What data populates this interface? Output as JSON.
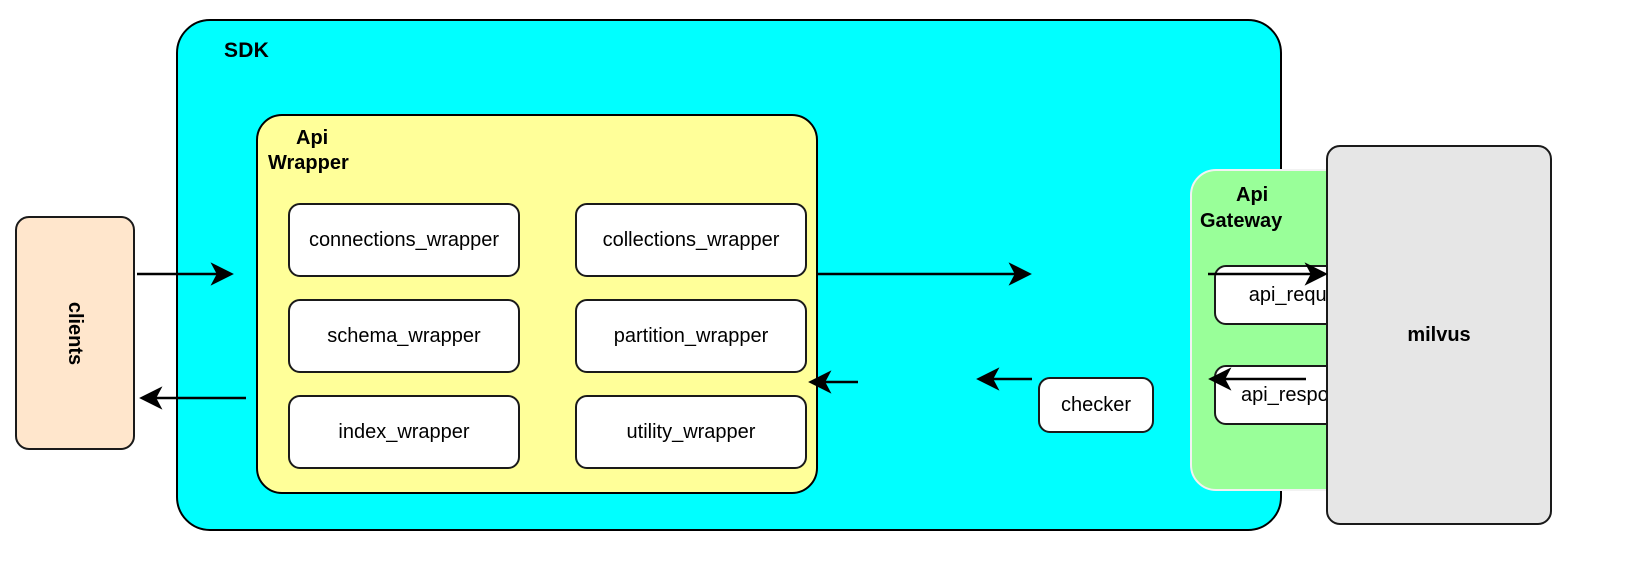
{
  "diagram": {
    "title_none": "",
    "containers": {
      "sdk": {
        "label": "SDK",
        "color": "#00ffff"
      },
      "api_wrapper": {
        "label_line1": "Api",
        "label_line2": "Wrapper",
        "color": "#ffff99"
      },
      "api_gateway": {
        "label_line1": "Api",
        "label_line2": "Gateway",
        "color": "#99ff99"
      }
    },
    "nodes": {
      "clients": {
        "label": "clients",
        "color": "#ffe6cc"
      },
      "milvus": {
        "label": "milvus",
        "color": "#e6e6e6"
      },
      "checker": {
        "label": "checker",
        "color": "#ffffff"
      },
      "api_request": {
        "label": "api_request",
        "color": "#ffffff"
      },
      "api_response": {
        "label": "api_response",
        "color": "#ffffff"
      }
    },
    "wrapper_cards": [
      {
        "label": "connections_wrapper"
      },
      {
        "label": "collections_wrapper"
      },
      {
        "label": "schema_wrapper"
      },
      {
        "label": "partition_wrapper"
      },
      {
        "label": "index_wrapper"
      },
      {
        "label": "utility_wrapper"
      }
    ],
    "edges": [
      {
        "from": "clients",
        "to": "api_wrapper",
        "direction": "right"
      },
      {
        "from": "api_wrapper",
        "to": "api_gateway",
        "direction": "right"
      },
      {
        "from": "api_request",
        "to": "milvus",
        "direction": "right"
      },
      {
        "from": "milvus",
        "to": "api_response",
        "direction": "left"
      },
      {
        "from": "api_response",
        "to": "checker",
        "direction": "left"
      },
      {
        "from": "checker",
        "to": "api_wrapper",
        "direction": "left"
      },
      {
        "from": "api_wrapper",
        "to": "clients",
        "direction": "left"
      }
    ],
    "stroke_color": "#000000"
  }
}
